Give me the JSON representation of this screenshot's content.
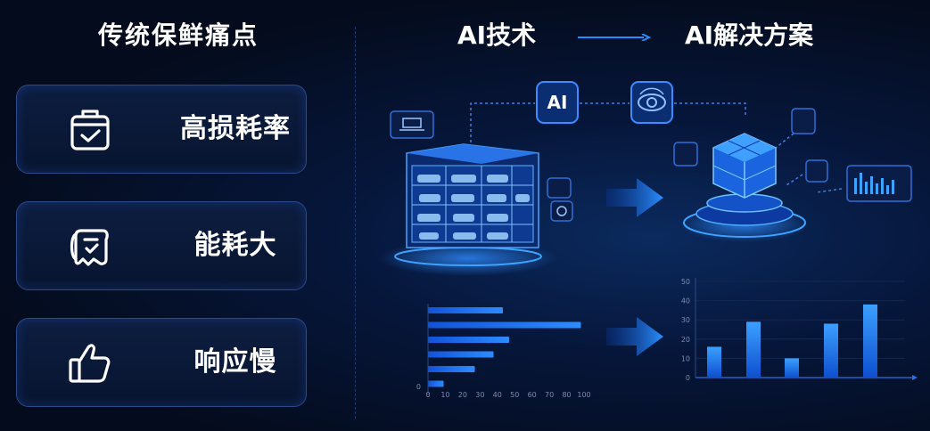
{
  "left": {
    "title": "传统保鲜痛点",
    "cards": [
      {
        "icon": "clipboard-check-icon",
        "label": "高损耗率"
      },
      {
        "icon": "receipt-icon",
        "label": "能耗大"
      },
      {
        "icon": "thumbs-up-icon",
        "label": "响应慢"
      }
    ]
  },
  "right": {
    "heading_from": "AI技术",
    "heading_to": "AI解决方案",
    "ai_badge": "AI"
  },
  "colors": {
    "accent": "#1e78ff",
    "bar": "#1a6dff",
    "card_border": "#2a4a8a"
  },
  "chart_data": [
    {
      "type": "bar",
      "orientation": "horizontal",
      "categories": [
        "",
        "",
        "",
        "",
        "",
        ""
      ],
      "values": [
        48,
        98,
        52,
        42,
        30,
        10
      ],
      "xlim": [
        0,
        100
      ],
      "xticks": [
        "0",
        "10",
        "20",
        "30",
        "40",
        "50",
        "60",
        "70",
        "80",
        "100"
      ],
      "yticks_bottom": "0"
    },
    {
      "type": "bar",
      "orientation": "vertical",
      "categories": [
        "",
        "",
        "",
        "",
        ""
      ],
      "values": [
        16,
        29,
        10,
        28,
        38
      ],
      "data_labels": [
        "",
        "",
        "",
        "",
        ""
      ],
      "ylim": [
        0,
        50
      ],
      "yticks": [
        "0",
        "10",
        "20",
        "30",
        "40",
        "50"
      ]
    }
  ]
}
